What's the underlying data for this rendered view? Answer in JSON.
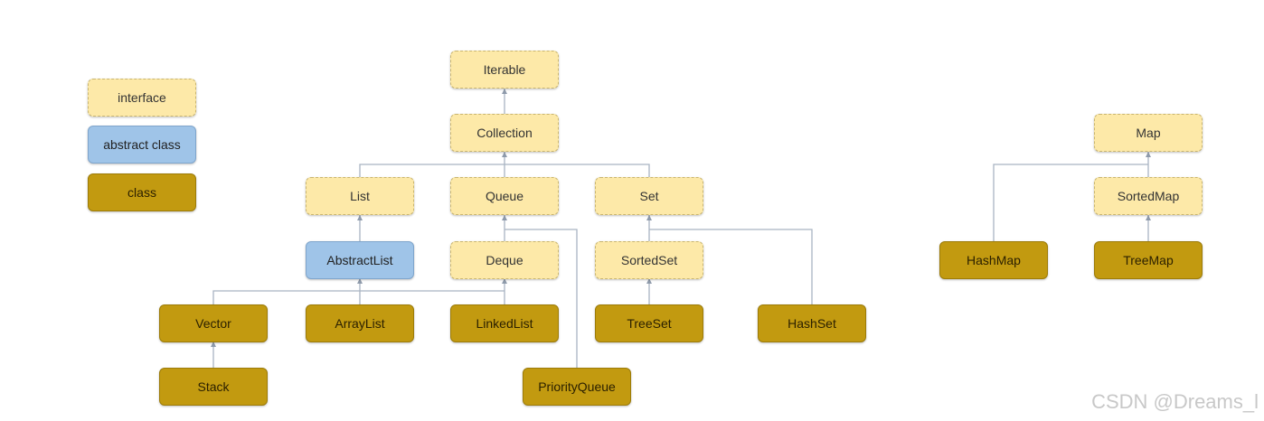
{
  "legend": {
    "interface": "interface",
    "abstract_class": "abstract class",
    "class": "class"
  },
  "nodes": {
    "iterable": "Iterable",
    "collection": "Collection",
    "list": "List",
    "queue": "Queue",
    "set": "Set",
    "abstract_list": "AbstractList",
    "deque": "Deque",
    "sorted_set": "SortedSet",
    "vector": "Vector",
    "array_list": "ArrayList",
    "linked_list": "LinkedList",
    "tree_set": "TreeSet",
    "hash_set": "HashSet",
    "stack": "Stack",
    "priority_queue": "PriorityQueue",
    "map": "Map",
    "sorted_map": "SortedMap",
    "hash_map": "HashMap",
    "tree_map": "TreeMap"
  },
  "colors": {
    "interface": "#fde9a8",
    "abstract_class": "#9fc4e8",
    "class": "#c29a10",
    "connector": "#a9b4c2"
  },
  "watermark": "CSDN @Dreams_l"
}
